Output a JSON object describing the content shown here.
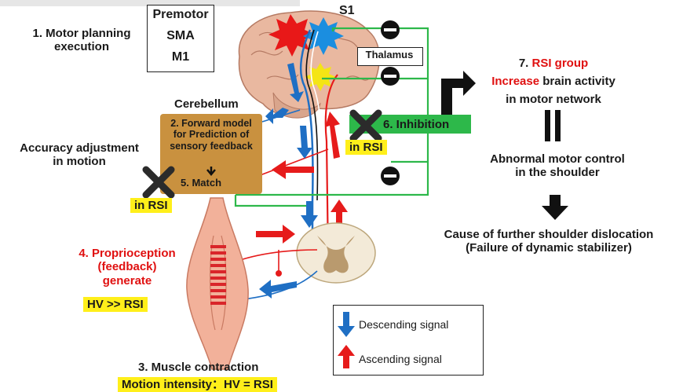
{
  "labels": {
    "motor_planning": "1. Motor planning\nexecution",
    "premotor": "Premotor",
    "sma": "SMA",
    "m1": "M1",
    "s1": "S1",
    "thalamus": "Thalamus",
    "cerebellum": "Cerebellum",
    "forward_model": "2. Forward model\nfor Prediction of\nsensory feedback",
    "match": "5. Match",
    "accuracy": "Accuracy adjustment\nin motion",
    "in_rsi_left": "in RSI",
    "inhibition": "6. Inhibition",
    "in_rsi_right": "in RSI",
    "proprio_1": "4. Proprioception\n(feedback)\ngenerate",
    "hv_rsi_proprio": "HV >> RSI",
    "muscle_contraction": "3. Muscle contraction",
    "motion_intensity": "Motion intensity：HV = RSI",
    "rsi_group_num": "7. ",
    "rsi_group_red": "RSI group",
    "increase_red": "Increase",
    "increase_rest": " brain activity",
    "motor_network": "in motor network",
    "abnormal": "Abnormal motor control\nin the shoulder",
    "cause": "Cause of further shoulder dislocation\n(Failure of dynamic stabilizer)"
  },
  "legend": {
    "descending": "Descending signal",
    "ascending": "Ascending signal"
  },
  "colors": {
    "green": "#2db84a",
    "red": "#e61b1b",
    "blue": "#1f6fc4",
    "highlight": "#ffef1a",
    "cerebellum_box": "#c9913f",
    "muscle": "#f2b19a"
  },
  "icons": [
    "minus-circle-icon",
    "x-mark-icon",
    "down-arrow-icon",
    "equals-icon",
    "turn-arrow-icon",
    "star-burst-icon"
  ]
}
